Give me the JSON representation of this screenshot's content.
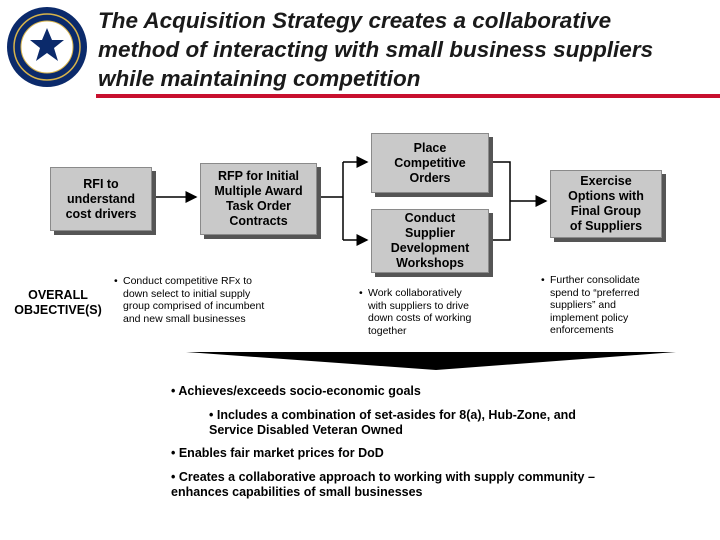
{
  "header": {
    "title_lines": [
      "The Acquisition Strategy creates a collaborative",
      "method of interacting with small business suppliers",
      "while maintaining competition"
    ]
  },
  "colors": {
    "accent_red": "#c8102e",
    "box_fill": "#c9c9c9",
    "box_shadow": "#555555",
    "seal_blue": "#0b2a6b"
  },
  "boxes": {
    "rfi": "RFI to\nunderstand\ncost drivers",
    "rfp": "RFP for Initial\nMultiple Award\nTask Order\nContracts",
    "place": "Place\nCompetitive\nOrders",
    "conduct": "Conduct\nSupplier\nDevelopment\nWorkshops",
    "exercise": "Exercise\nOptions with\nFinal Group\nof Suppliers"
  },
  "overall_label": "OVERALL\nOBJECTIVE(S)",
  "notes": {
    "rfp": "Conduct competitive RFx to\ndown select to initial supply\ngroup comprised of incumbent\nand new small businesses",
    "workshops": "Work collaboratively\nwith suppliers to drive\ndown costs of working\ntogether",
    "exercise": "Further consolidate\nspend to “preferred\nsuppliers” and\nimplement policy\nenforcements"
  },
  "objectives": [
    "• Achieves/exceeds socio-economic goals",
    "• Includes a combination of set-asides for 8(a), Hub-Zone, and\n   Service Disabled Veteran Owned",
    "• Enables fair market prices for DoD",
    "• Creates a collaborative approach to working with supply community –\n   enhances capabilities of small businesses"
  ],
  "bullet": "•"
}
